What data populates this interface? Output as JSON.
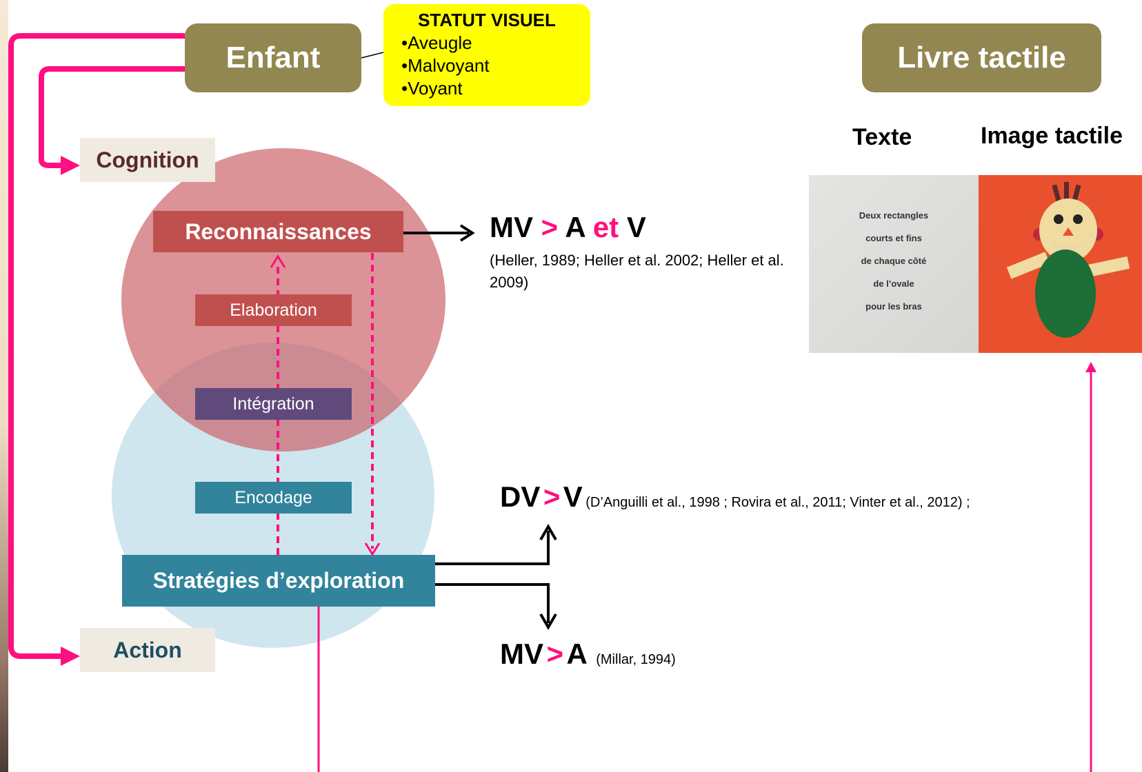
{
  "child": {
    "title": "Enfant"
  },
  "visual_status": {
    "title": "STATUT VISUEL",
    "items": [
      "•Aveugle",
      "•Malvoyant",
      "•Voyant"
    ]
  },
  "cognition_label": "Cognition",
  "action_label": "Action",
  "processes": {
    "recognition": "Reconnaissances",
    "elaboration": "Elaboration",
    "integration": "Intégration",
    "encoding": "Encodage",
    "strategies": "Stratégies d’exploration"
  },
  "result_mv_a_v": {
    "mv": "MV",
    "gt": ">",
    "a": "A",
    "et": "et",
    "v": "V",
    "refs": "(Heller, 1989; Heller et al. 2002; Heller et al. 2009)"
  },
  "result_dv_v": {
    "dv": "DV",
    "gt": ">",
    "v": "V",
    "refs": "(D’Anguilli et al., 1998 ; Rovira et al., 2011; Vinter et al., 2012) ;"
  },
  "result_mv_a": {
    "mv": "MV",
    "gt": ">",
    "a": "A",
    "refs": "(Millar, 1994)"
  },
  "book": {
    "title": "Livre tactile",
    "text_label": "Texte",
    "image_label": "Image tactile",
    "page_text": [
      "Deux rectangles",
      "courts et fins",
      "de chaque côté",
      "de l’ovale",
      "pour les bras"
    ]
  },
  "colors": {
    "olive": "#928751",
    "pink": "#ff0f7f",
    "recognition_red": "#c0504d",
    "integration_purple": "#604a7b",
    "encoding_teal": "#31849b",
    "yellow": "#ffff00",
    "beige": "#efebe0"
  }
}
